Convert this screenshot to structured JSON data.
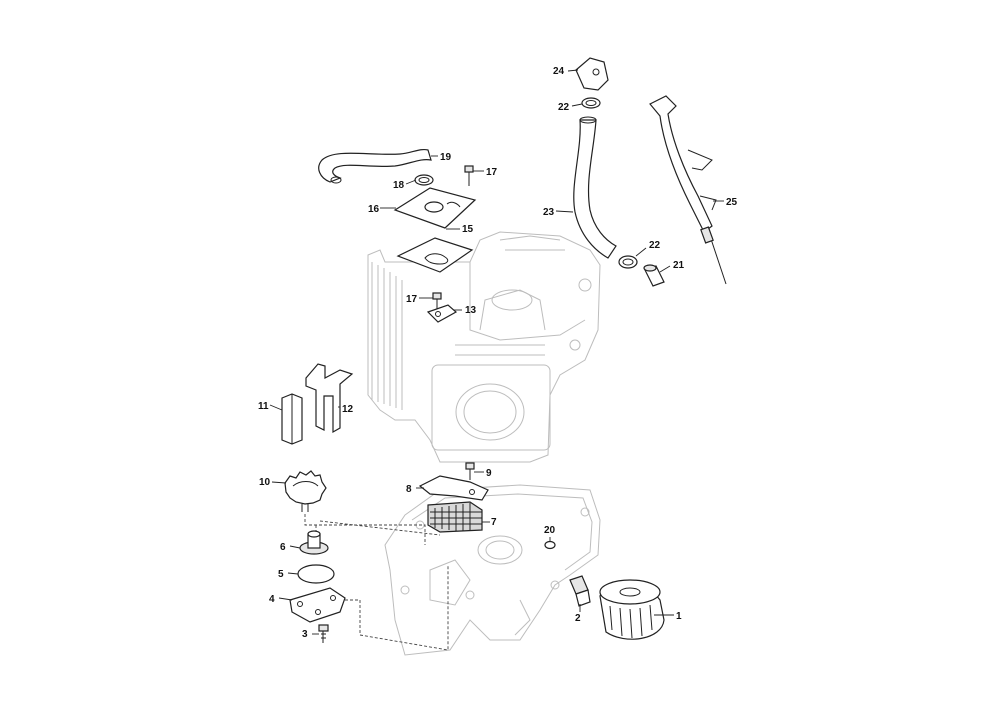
{
  "callouts": [
    {
      "id": "1",
      "label": "1"
    },
    {
      "id": "2",
      "label": "2"
    },
    {
      "id": "3",
      "label": "3"
    },
    {
      "id": "4",
      "label": "4"
    },
    {
      "id": "5",
      "label": "5"
    },
    {
      "id": "6",
      "label": "6"
    },
    {
      "id": "7",
      "label": "7"
    },
    {
      "id": "8",
      "label": "8"
    },
    {
      "id": "9",
      "label": "9"
    },
    {
      "id": "10",
      "label": "10"
    },
    {
      "id": "11",
      "label": "11"
    },
    {
      "id": "12",
      "label": "12"
    },
    {
      "id": "13",
      "label": "13"
    },
    {
      "id": "15",
      "label": "15"
    },
    {
      "id": "16",
      "label": "16"
    },
    {
      "id": "17a",
      "label": "17"
    },
    {
      "id": "17b",
      "label": "17"
    },
    {
      "id": "18",
      "label": "18"
    },
    {
      "id": "19",
      "label": "19"
    },
    {
      "id": "20",
      "label": "20"
    },
    {
      "id": "21",
      "label": "21"
    },
    {
      "id": "22a",
      "label": "22"
    },
    {
      "id": "22b",
      "label": "22"
    },
    {
      "id": "23",
      "label": "23"
    },
    {
      "id": "24",
      "label": "24"
    },
    {
      "id": "25",
      "label": "25"
    }
  ],
  "colors": {
    "line": "#222222",
    "ghost": "#bdbdbd",
    "background": "#ffffff"
  }
}
